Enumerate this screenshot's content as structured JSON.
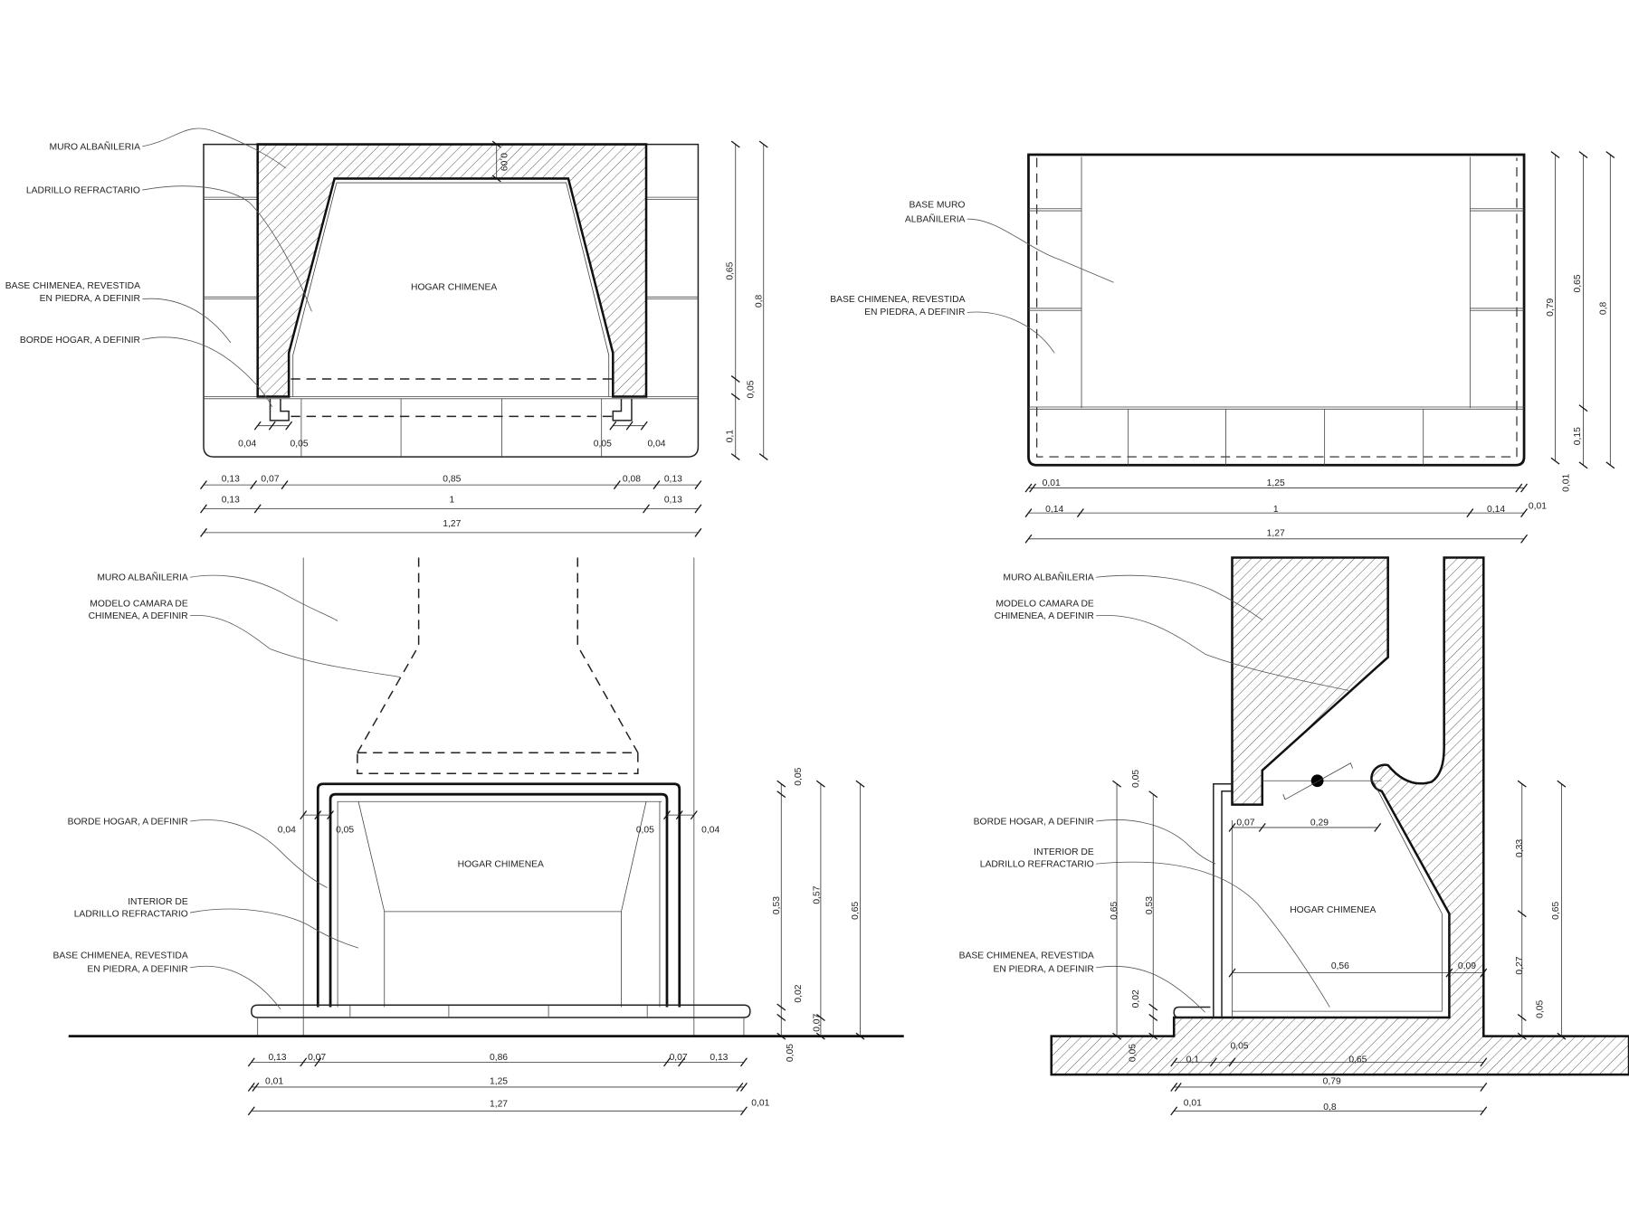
{
  "views": {
    "plan_front": {
      "labels": [
        "MURO ALBAÑILERIA",
        "LADRILLO REFRACTARIO",
        "BASE CHIMENEA, REVESTIDA",
        "EN PIEDRA, A DEFINIR",
        "BORDE HOGAR, A DEFINIR"
      ],
      "room_label": "HOGAR CHIMENEA",
      "dims": [
        "0,09",
        "0,04",
        "0,05",
        "0,05",
        "0,04",
        "0,13",
        "0,07",
        "0,85",
        "0,08",
        "0,13",
        "0,13",
        "1",
        "0,13",
        "1,27",
        "0,65",
        "0,05",
        "0,1",
        "0,8"
      ]
    },
    "plan_base": {
      "labels": [
        "BASE MURO",
        "ALBAÑILERIA",
        "BASE CHIMENEA, REVESTIDA",
        "EN PIEDRA, A DEFINIR"
      ],
      "dims": [
        "0,01",
        "1,25",
        "0,14",
        "1",
        "0,14",
        "0,01",
        "1,27",
        "0,79",
        "0,65",
        "0,15",
        "0,8",
        "0,01"
      ]
    },
    "elevation": {
      "labels": [
        "MURO ALBAÑILERIA",
        "MODELO CAMARA DE",
        "CHIMENEA, A DEFINIR",
        "BORDE HOGAR, A DEFINIR",
        "INTERIOR DE",
        "LADRILLO REFRACTARIO",
        "BASE CHIMENEA, REVESTIDA",
        "EN PIEDRA, A DEFINIR"
      ],
      "room_label": "HOGAR CHIMENEA",
      "dims": [
        "0,04",
        "0,05",
        "0,05",
        "0,04",
        "0,13",
        "0,07",
        "0,86",
        "0,07",
        "0,13",
        "0,01",
        "1,25",
        "1,27",
        "0,01",
        "0,05",
        "0,53",
        "0,02",
        "0,05",
        "0,57",
        "0,07",
        "0,65"
      ]
    },
    "section": {
      "labels": [
        "MURO ALBAÑILERIA",
        "MODELO CAMARA DE",
        "CHIMENEA, A DEFINIR",
        "BORDE HOGAR, A DEFINIR",
        "INTERIOR DE",
        "LADRILLO REFRACTARIO",
        "BASE CHIMENEA, REVESTIDA",
        "EN PIEDRA, A DEFINIR"
      ],
      "room_label": "HOGAR CHIMENEA",
      "dims": [
        "0,07",
        "0,29",
        "0,56",
        "0,09",
        "0,05",
        "0,65",
        "0,53",
        "0,02",
        "0,05",
        "0,33",
        "0,27",
        "0,05",
        "0,65",
        "0,1",
        "0,05",
        "0,65",
        "0,79",
        "0,01",
        "0,8"
      ]
    }
  }
}
